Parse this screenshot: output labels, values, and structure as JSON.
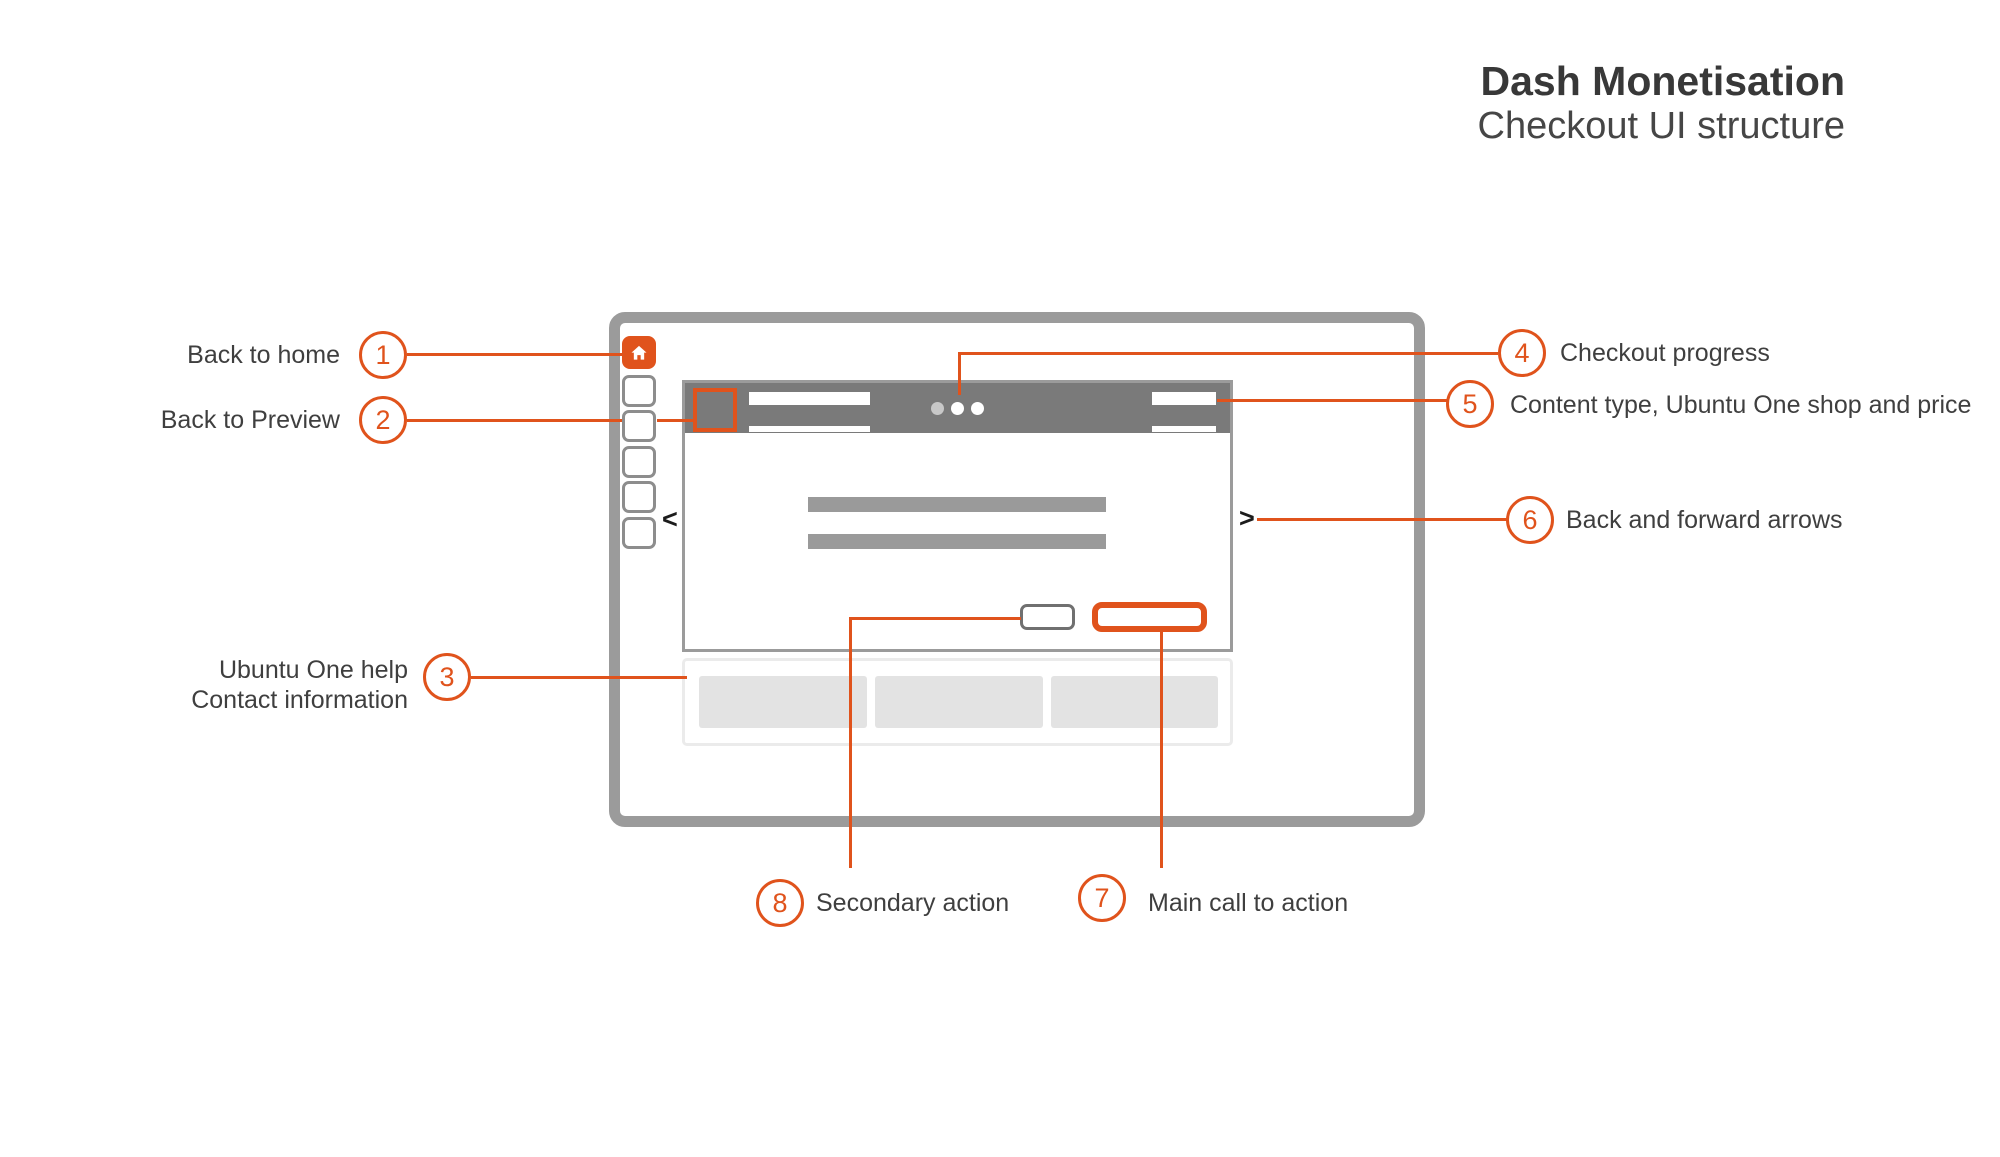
{
  "title": {
    "line1": "Dash Monetisation",
    "line2": "Checkout UI structure"
  },
  "colors": {
    "accent": "#E0531C",
    "window_border": "#9B9B9B",
    "sidebar_border": "#8D8D8D",
    "header_bg": "#7A7A7A",
    "bar_gray": "#9A9A9A",
    "secondary_border": "#707070",
    "panel_border": "#EBEBEB",
    "panel_box": "#E3E3E3",
    "dot_active": "#FFFFFF",
    "dot_inactive": "#C8C8C8",
    "text": "#3F3F3F",
    "title_text": "#383838",
    "title_text2": "#464646"
  },
  "wireframe": {
    "back_arrow": "<",
    "forward_arrow": ">",
    "progress_dot_count": 3,
    "icons": [
      "home-icon"
    ]
  },
  "annotations": [
    {
      "number": "1",
      "label": "Back to home"
    },
    {
      "number": "2",
      "label": "Back to Preview"
    },
    {
      "number": "3",
      "label": "Ubuntu One help",
      "label2": "Contact information"
    },
    {
      "number": "4",
      "label": "Checkout progress"
    },
    {
      "number": "5",
      "label": "Content type, Ubuntu One shop and price"
    },
    {
      "number": "6",
      "label": "Back and forward arrows"
    },
    {
      "number": "7",
      "label": "Main call to action"
    },
    {
      "number": "8",
      "label": "Secondary action"
    }
  ]
}
